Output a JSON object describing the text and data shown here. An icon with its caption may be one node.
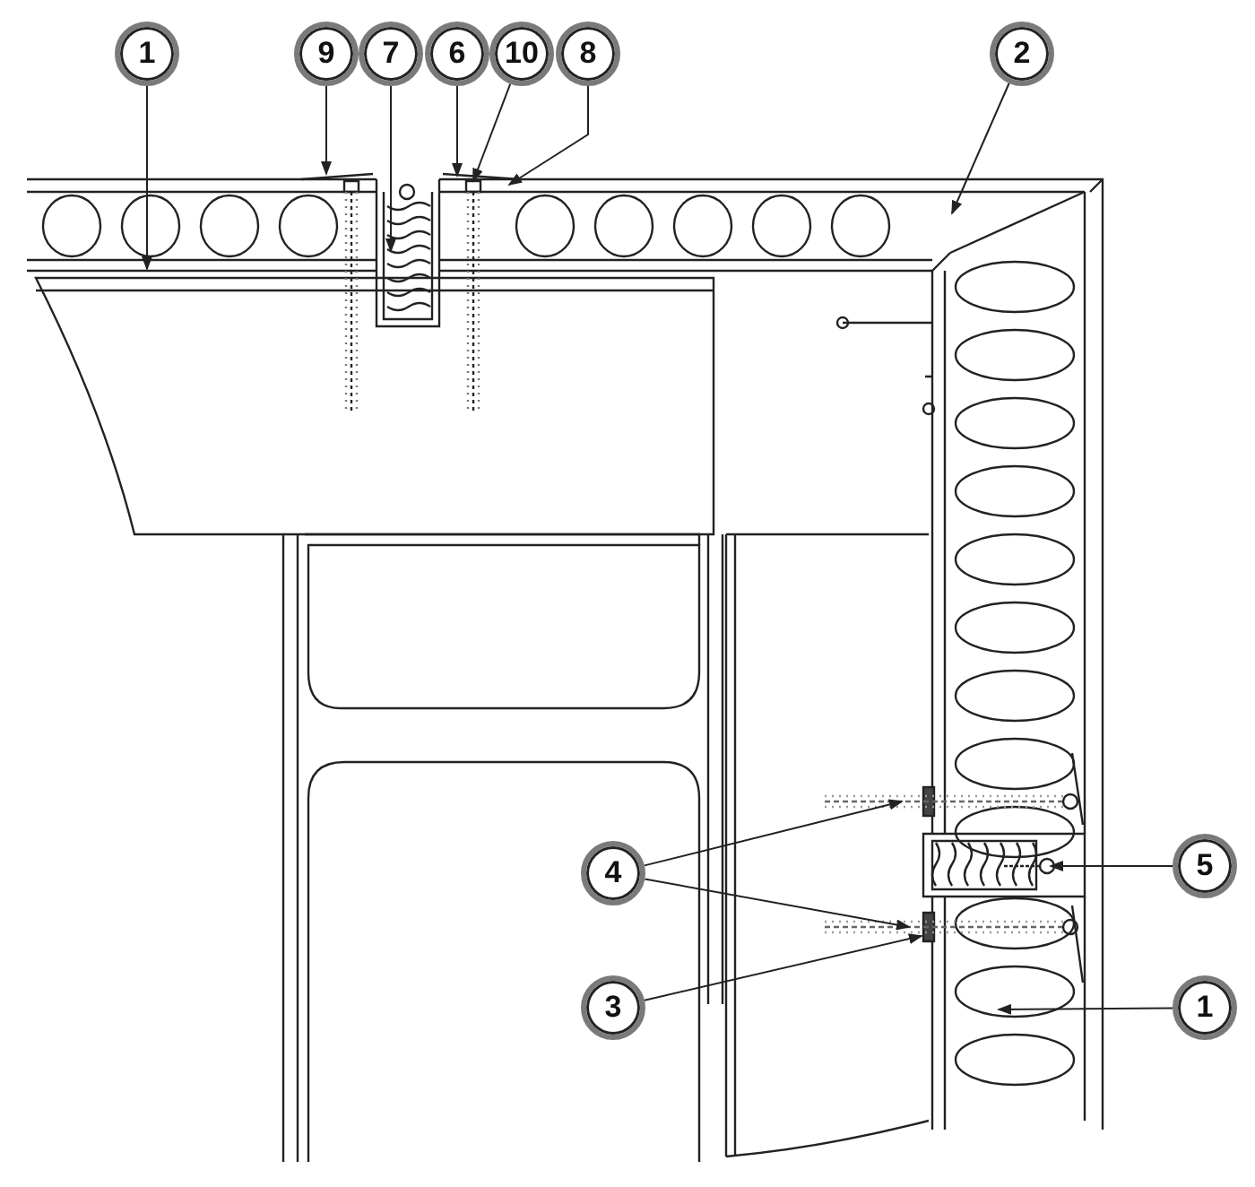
{
  "diagram": {
    "nodes": [
      {
        "text": [
          "1"
        ]
      },
      {
        "text": [
          "9"
        ]
      },
      {
        "text": [
          "7"
        ]
      },
      {
        "text": [
          "6"
        ]
      },
      {
        "text": [
          "10"
        ]
      },
      {
        "text": [
          "8"
        ]
      },
      {
        "text": [
          "2"
        ]
      },
      {
        "text": [
          "4"
        ]
      },
      {
        "text": [
          "5"
        ]
      },
      {
        "text": [
          "3"
        ]
      },
      {
        "text": [
          "1"
        ]
      }
    ],
    "edges": [
      {
        "from": 0,
        "to": null,
        "arrow": "to"
      },
      {
        "from": 1,
        "to": null,
        "arrow": "to"
      },
      {
        "from": 2,
        "to": null,
        "arrow": "to"
      },
      {
        "from": 3,
        "to": null,
        "arrow": "to"
      },
      {
        "from": 4,
        "to": null,
        "arrow": "to"
      },
      {
        "from": 5,
        "to": null,
        "arrow": "to"
      },
      {
        "from": 6,
        "to": null,
        "arrow": "to"
      },
      {
        "from": 7,
        "to": null,
        "arrow": "to"
      },
      {
        "from": 7,
        "to": null,
        "arrow": "to"
      },
      {
        "from": 8,
        "to": null,
        "arrow": "to"
      },
      {
        "from": 9,
        "to": null,
        "arrow": "to"
      },
      {
        "from": 10,
        "to": null,
        "arrow": "to"
      }
    ]
  }
}
